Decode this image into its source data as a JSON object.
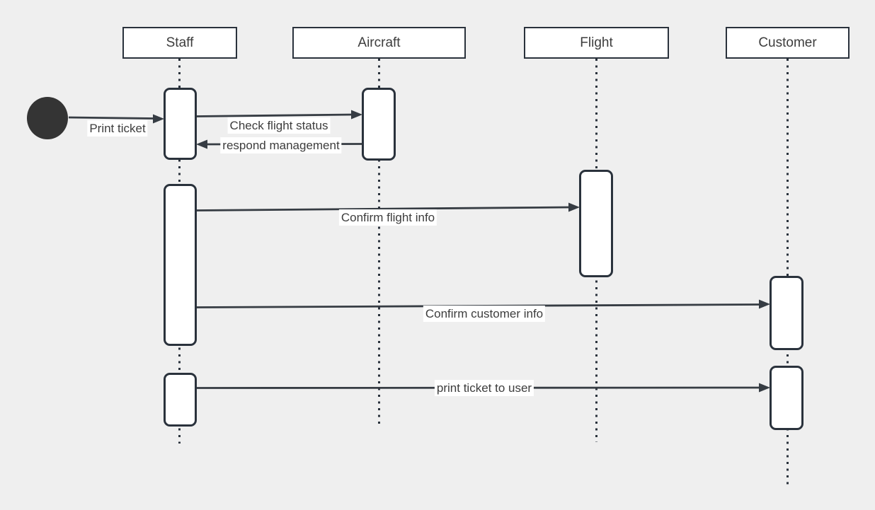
{
  "diagram": {
    "type": "uml-sequence-diagram",
    "background": "#efefef",
    "stroke_color": "#2a323c",
    "line_color": "#363c43",
    "shape_fill": "#ffffff",
    "text_color": "#3d3d3d",
    "start_node_color": "#343434"
  },
  "actors": [
    {
      "name": "Staff"
    },
    {
      "name": "Aircraft"
    },
    {
      "name": "Flight"
    },
    {
      "name": "Customer"
    }
  ],
  "messages": [
    {
      "label": "Print ticket",
      "from": "start",
      "to": "Staff"
    },
    {
      "label": "Check flight status",
      "from": "Staff",
      "to": "Aircraft"
    },
    {
      "label": "respond management",
      "from": "Aircraft",
      "to": "Staff"
    },
    {
      "label": "Confirm flight info",
      "from": "Staff",
      "to": "Flight"
    },
    {
      "label": "Confirm customer info",
      "from": "Staff",
      "to": "Customer"
    },
    {
      "label": "print ticket to user",
      "from": "Staff",
      "to": "Customer"
    }
  ]
}
